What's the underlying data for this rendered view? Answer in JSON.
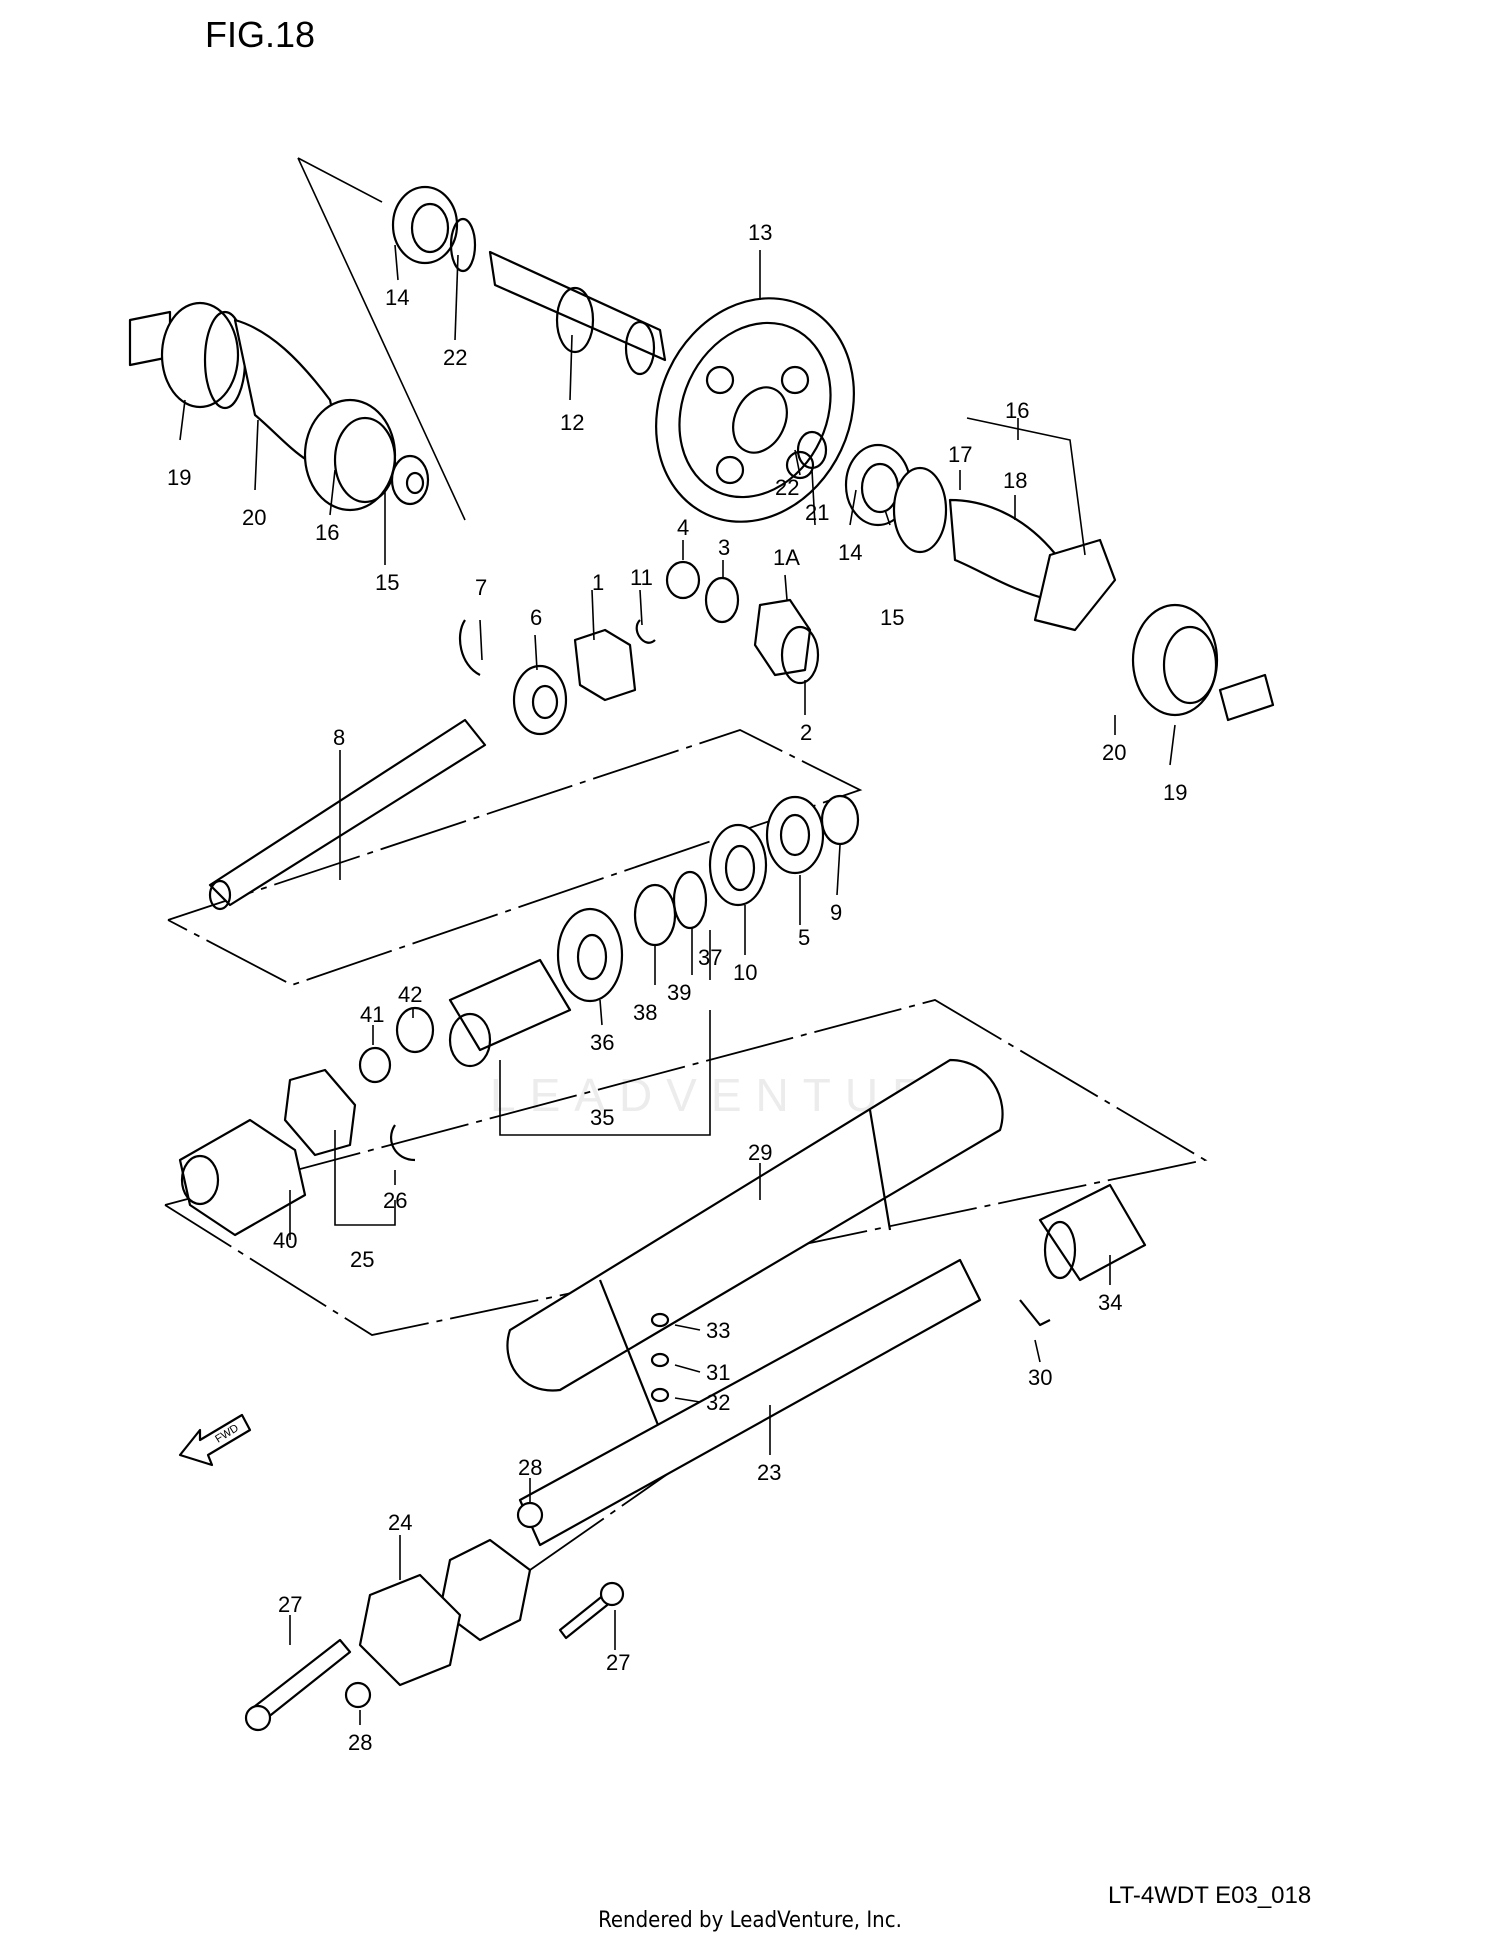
{
  "figure": {
    "title": "FIG.18",
    "drawing_code": "LT-4WDT E03_018",
    "footer": "Rendered by LeadVenture, Inc.",
    "watermark": "LEADVENTURE",
    "direction_label": "FWD"
  },
  "callouts": [
    {
      "id": "c1",
      "label": "1"
    },
    {
      "id": "c1a",
      "label": "1A"
    },
    {
      "id": "c2",
      "label": "2"
    },
    {
      "id": "c3",
      "label": "3"
    },
    {
      "id": "c4",
      "label": "4"
    },
    {
      "id": "c5",
      "label": "5"
    },
    {
      "id": "c6",
      "label": "6"
    },
    {
      "id": "c7",
      "label": "7"
    },
    {
      "id": "c8",
      "label": "8"
    },
    {
      "id": "c9",
      "label": "9"
    },
    {
      "id": "c10",
      "label": "10"
    },
    {
      "id": "c11",
      "label": "11"
    },
    {
      "id": "c12",
      "label": "12"
    },
    {
      "id": "c13",
      "label": "13"
    },
    {
      "id": "c14a",
      "label": "14"
    },
    {
      "id": "c14b",
      "label": "14"
    },
    {
      "id": "c15a",
      "label": "15"
    },
    {
      "id": "c15b",
      "label": "15"
    },
    {
      "id": "c16a",
      "label": "16"
    },
    {
      "id": "c16b",
      "label": "16"
    },
    {
      "id": "c17",
      "label": "17"
    },
    {
      "id": "c18",
      "label": "18"
    },
    {
      "id": "c19a",
      "label": "19"
    },
    {
      "id": "c19b",
      "label": "19"
    },
    {
      "id": "c20a",
      "label": "20"
    },
    {
      "id": "c20b",
      "label": "20"
    },
    {
      "id": "c21",
      "label": "21"
    },
    {
      "id": "c22a",
      "label": "22"
    },
    {
      "id": "c22b",
      "label": "22"
    },
    {
      "id": "c23",
      "label": "23"
    },
    {
      "id": "c24",
      "label": "24"
    },
    {
      "id": "c25",
      "label": "25"
    },
    {
      "id": "c26",
      "label": "26"
    },
    {
      "id": "c27a",
      "label": "27"
    },
    {
      "id": "c27b",
      "label": "27"
    },
    {
      "id": "c28a",
      "label": "28"
    },
    {
      "id": "c28b",
      "label": "28"
    },
    {
      "id": "c29",
      "label": "29"
    },
    {
      "id": "c30",
      "label": "30"
    },
    {
      "id": "c31",
      "label": "31"
    },
    {
      "id": "c32",
      "label": "32"
    },
    {
      "id": "c33",
      "label": "33"
    },
    {
      "id": "c34",
      "label": "34"
    },
    {
      "id": "c35",
      "label": "35"
    },
    {
      "id": "c36",
      "label": "36"
    },
    {
      "id": "c37",
      "label": "37"
    },
    {
      "id": "c38",
      "label": "38"
    },
    {
      "id": "c39",
      "label": "39"
    },
    {
      "id": "c40",
      "label": "40"
    },
    {
      "id": "c41",
      "label": "41"
    },
    {
      "id": "c42",
      "label": "42"
    }
  ]
}
